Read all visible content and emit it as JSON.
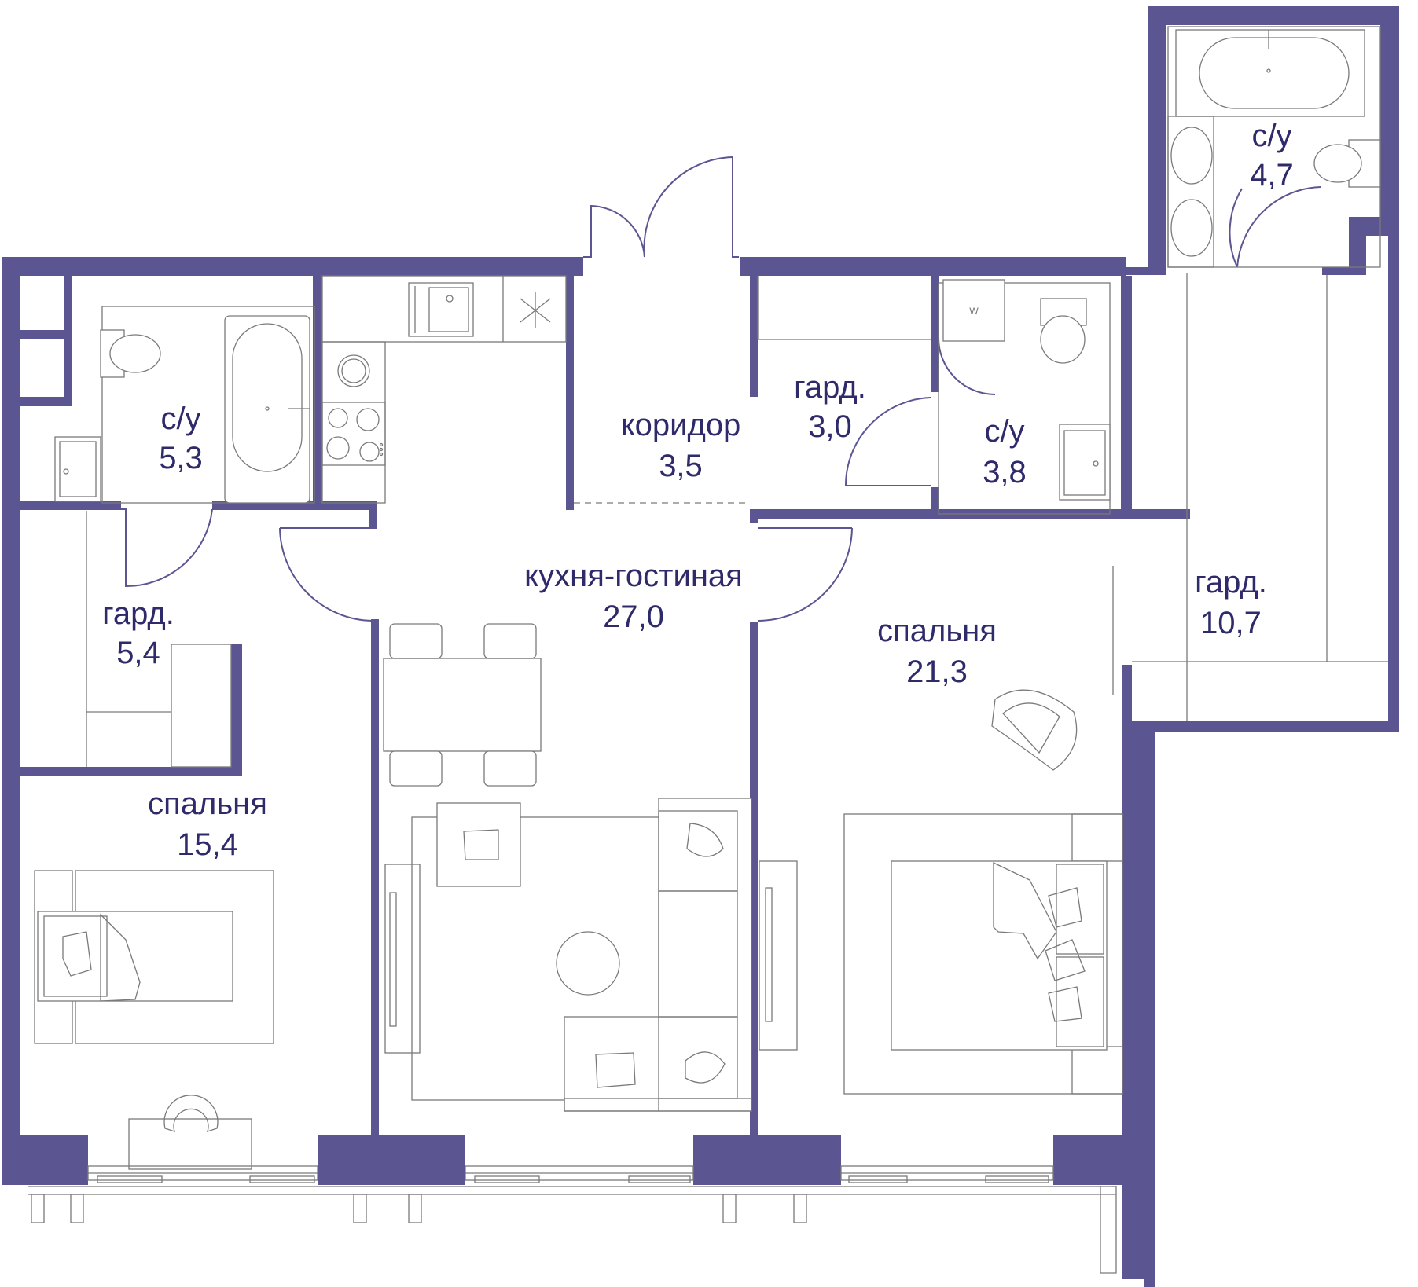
{
  "colors": {
    "wall": "#5b5591",
    "text": "#2f2b6b",
    "line": "#7a7a7a"
  },
  "rooms": [
    {
      "id": "bath-left",
      "label": "с/у",
      "area": "5,3"
    },
    {
      "id": "wardrobe-left",
      "label": "гард.",
      "area": "5,4"
    },
    {
      "id": "bedroom-left",
      "label": "спальня",
      "area": "15,4"
    },
    {
      "id": "corridor",
      "label": "коридор",
      "area": "3,5"
    },
    {
      "id": "kitchen-living",
      "label": "кухня-гостиная",
      "area": "27,0"
    },
    {
      "id": "wardrobe-mid",
      "label": "гард.",
      "area": "3,0"
    },
    {
      "id": "bath-mid",
      "label": "с/у",
      "area": "3,8"
    },
    {
      "id": "bath-right",
      "label": "с/у",
      "area": "4,7"
    },
    {
      "id": "wardrobe-right",
      "label": "гард.",
      "area": "10,7"
    },
    {
      "id": "bedroom-right",
      "label": "спальня",
      "area": "21,3"
    }
  ],
  "fixtures": {
    "washer_mark": "W"
  }
}
